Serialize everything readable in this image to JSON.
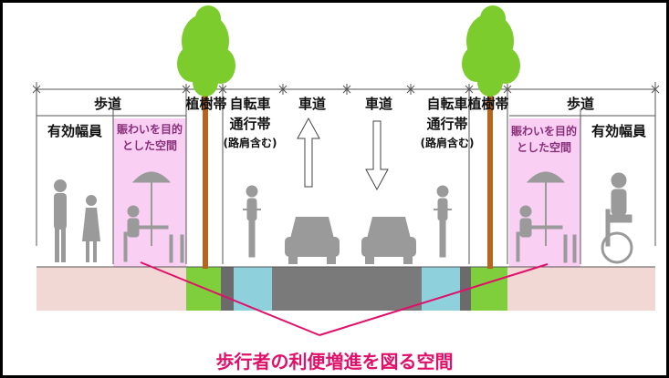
{
  "labels": {
    "sidewalk_left": "歩道",
    "sidewalk_right": "歩道",
    "planting_left": "植樹帯",
    "planting_right": "植樹帯",
    "bike_left_1": "自転車",
    "bike_left_2": "通行帯",
    "bike_left_3": "(路肩含む)",
    "bike_right_1": "自転車",
    "bike_right_2": "通行帯",
    "bike_right_3": "(路肩含む)",
    "road_left": "車道",
    "road_right": "車道",
    "effective_width_left": "有効幅員",
    "effective_width_right": "有効幅員",
    "lively_left_1": "賑わいを目的",
    "lively_left_2": "とした空間",
    "lively_right_1": "賑わいを目的",
    "lively_right_2": "とした空間"
  },
  "caption": "歩行者の利便増進を図る空間",
  "colors": {
    "accent": "#e0106a",
    "lively_zone": "#f9d0f4",
    "sidewalk": "#f2d8d4",
    "planting": "#7fce3c",
    "bike_lane": "#8fd0dd",
    "road": "#7a7a7a",
    "tree": "#7dcc2e",
    "trunk": "#b5651d",
    "figure": "#9a9a9a"
  }
}
